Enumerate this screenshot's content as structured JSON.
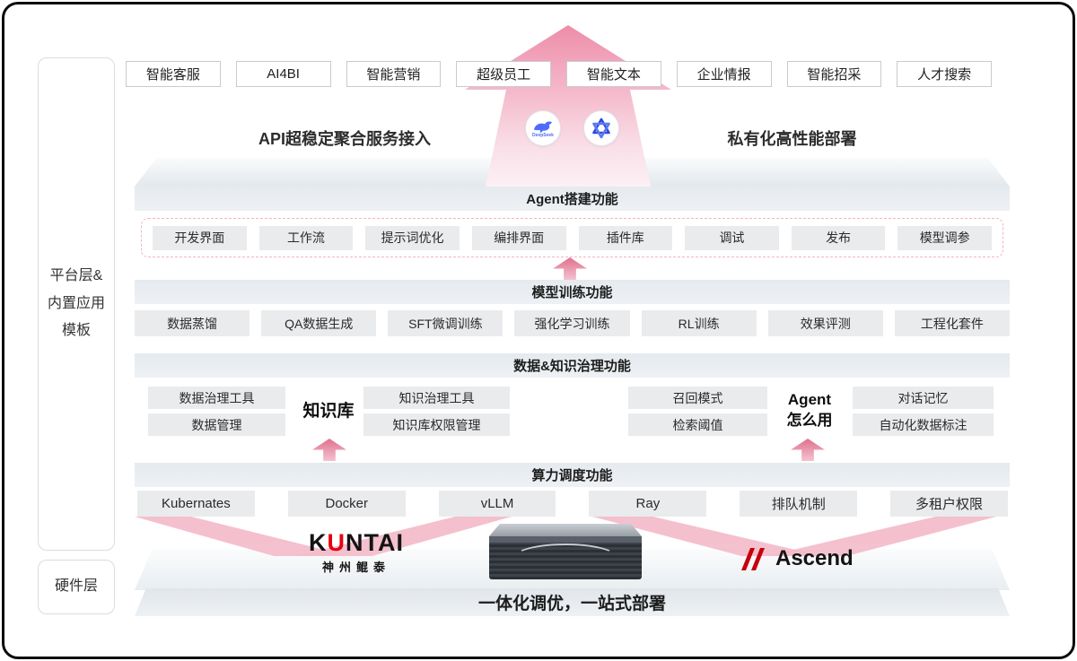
{
  "sidebar": {
    "platform": "平台层&\n内置应用\n模板",
    "hardware": "硬件层"
  },
  "top_apps": [
    "智能客服",
    "AI4BI",
    "智能营销",
    "超级员工",
    "智能文本",
    "企业情报",
    "智能招采",
    "人才搜索"
  ],
  "access": {
    "left_label": "API超稳定聚合服务接入",
    "right_label": "私有化高性能部署",
    "deepseek_label": "DeepSeek"
  },
  "sections": {
    "agent": {
      "title": "Agent搭建功能",
      "items": [
        "开发界面",
        "工作流",
        "提示词优化",
        "编排界面",
        "插件库",
        "调试",
        "发布",
        "模型调参"
      ]
    },
    "training": {
      "title": "模型训练功能",
      "items": [
        "数据蒸馏",
        "QA数据生成",
        "SFT微调训练",
        "强化学习训练",
        "RL训练",
        "效果评测",
        "工程化套件"
      ]
    },
    "governance": {
      "title": "数据&知识治理功能",
      "kb_group": {
        "left": [
          "数据治理工具",
          "数据管理"
        ],
        "center": "知识库",
        "right": [
          "知识治理工具",
          "知识库权限管理"
        ]
      },
      "agent_group": {
        "left": [
          "召回模式",
          "检索阈值"
        ],
        "center": "Agent\n怎么用",
        "right": [
          "对话记忆",
          "自动化数据标注"
        ]
      }
    },
    "compute": {
      "title": "算力调度功能",
      "items": [
        "Kubernates",
        "Docker",
        "vLLM",
        "Ray",
        "排队机制",
        "多租户权限"
      ]
    }
  },
  "hardware": {
    "kuntai_k": "K",
    "kuntai_u": "U",
    "kuntai_rest": "NTAI",
    "kuntai_cn": "神州鲲泰",
    "ascend": "Ascend",
    "banner": "一体化调优，一站式部署"
  },
  "icons": {
    "deepseek": "deepseek-whale-logo",
    "model_knot": "model-knot-logo",
    "ascend": "ascend-red-ribbon"
  },
  "colors": {
    "accent_pink": "#e0708e",
    "deepseek_blue": "#4d6bfe",
    "knot_blue": "#2b4bdf",
    "ascend_red": "#c7000b",
    "kuntai_red": "#e60012",
    "box_gray": "#e9ebed"
  }
}
